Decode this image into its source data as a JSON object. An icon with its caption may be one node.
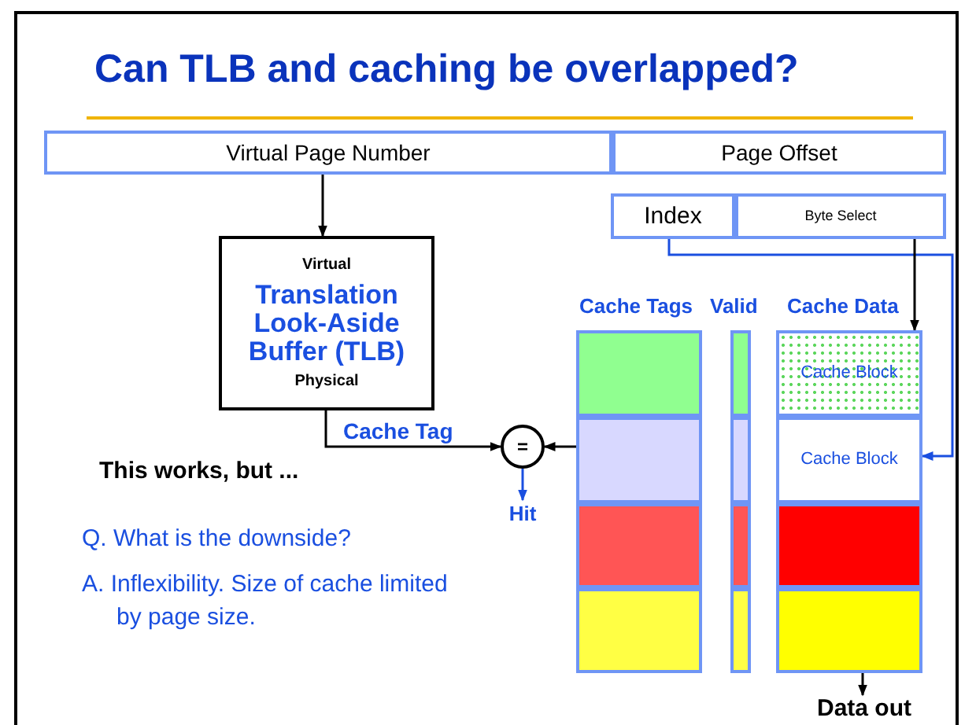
{
  "diagram": {
    "title": "Can TLB and caching be overlapped?",
    "nodes": [
      {
        "text": [
          "Virtual Page Number"
        ]
      },
      {
        "text": [
          "Page Offset"
        ]
      },
      {
        "text": [
          "Index"
        ]
      },
      {
        "text": [
          "Byte Select"
        ]
      },
      {
        "text": [
          "Virtual",
          "Translation Look-Aside Buffer (TLB)",
          "Physical"
        ]
      },
      {
        "text": [
          "="
        ]
      },
      {
        "text": [],
        "shape": "box"
      },
      {
        "text": [],
        "shape": "box"
      },
      {
        "text": [],
        "shape": "box"
      },
      {
        "text": [],
        "shape": "box"
      },
      {
        "text": [],
        "shape": "box"
      },
      {
        "text": [],
        "shape": "box"
      },
      {
        "text": [],
        "shape": "box"
      },
      {
        "text": [],
        "shape": "box"
      },
      {
        "text": [
          "Cache Block"
        ]
      },
      {
        "text": [
          "Cache Block"
        ]
      },
      {
        "text": [],
        "shape": "box"
      },
      {
        "text": [],
        "shape": "box"
      },
      {
        "text": [
          "Hit"
        ]
      },
      {
        "text": [
          "Data out"
        ]
      }
    ],
    "edges": [
      {
        "from": 0,
        "to": 4,
        "arrow": "to"
      },
      {
        "from": 4,
        "to": 5,
        "arrow": "to",
        "label": "Cache Tag"
      },
      {
        "from": 7,
        "to": 5,
        "arrow": "to"
      },
      {
        "from": 5,
        "to": 18,
        "arrow": "to",
        "color": "#1a4fe0"
      },
      {
        "from": 2,
        "to": 15,
        "arrow": "to",
        "color": "#1a4fe0"
      },
      {
        "from": 3,
        "to": 14,
        "arrow": "to"
      },
      {
        "from": 17,
        "to": 19,
        "arrow": "to"
      }
    ],
    "labels": [
      "Cache Tags",
      "Valid",
      "Cache Data",
      "This works, but ...",
      "Q. What is the downside?",
      "A. Inflexibility. Size of cache limited by page size."
    ]
  }
}
